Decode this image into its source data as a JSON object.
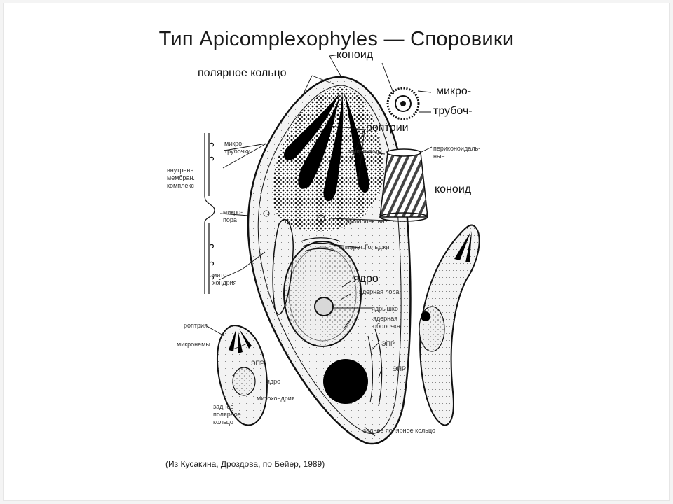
{
  "title": "Тип Apicomplexophyles — Споровики",
  "labels": {
    "konoid_top": "коноид",
    "polar_ring": "полярное кольцо",
    "micro_tub_1": "микро-",
    "micro_tub_2": "трубоч-",
    "roptrii": "роптрии",
    "konoid_right": "коноид",
    "yadro": "ядро",
    "microtub_small_1": "микро-",
    "microtub_small_2": "трубочки",
    "inner_membrane_1": "внутренн.",
    "inner_membrane_2": "мембран.",
    "inner_membrane_3": "комплекс",
    "micropore_1": "микро-",
    "micropore_2": "пора",
    "mito_1": "мито-",
    "mito_2": "хондрия",
    "micronemes": "микронемы",
    "periconoid_1": "периконоидаль-",
    "periconoid_2": "ные",
    "amylopectin": "амилопектин",
    "golgi": "аппарат Гольджи",
    "nuclear_pore": "ядерная пора",
    "nucleolus": "ядрышко",
    "nuclear_env_1": "ядерная",
    "nuclear_env_2": "оболочка",
    "epr_1": "ЭПР",
    "epr_2": "ЭПР",
    "posterior_ring": "заднее полярное кольцо",
    "small_roptria": "роптрия",
    "small_micronemes": "микронемы",
    "small_epr": "ЭПР",
    "small_nucleus": "ядро",
    "small_mito": "митохондрия",
    "small_post_1": "заднее",
    "small_post_2": "полярное",
    "small_post_3": "кольцо"
  },
  "caption": "(Из Кусакина, Дроздова, по Бейер, 1989)",
  "colors": {
    "ink": "#111111",
    "fill_light": "#e9e9e9",
    "fill_dark": "#000000",
    "background": "#ffffff"
  }
}
